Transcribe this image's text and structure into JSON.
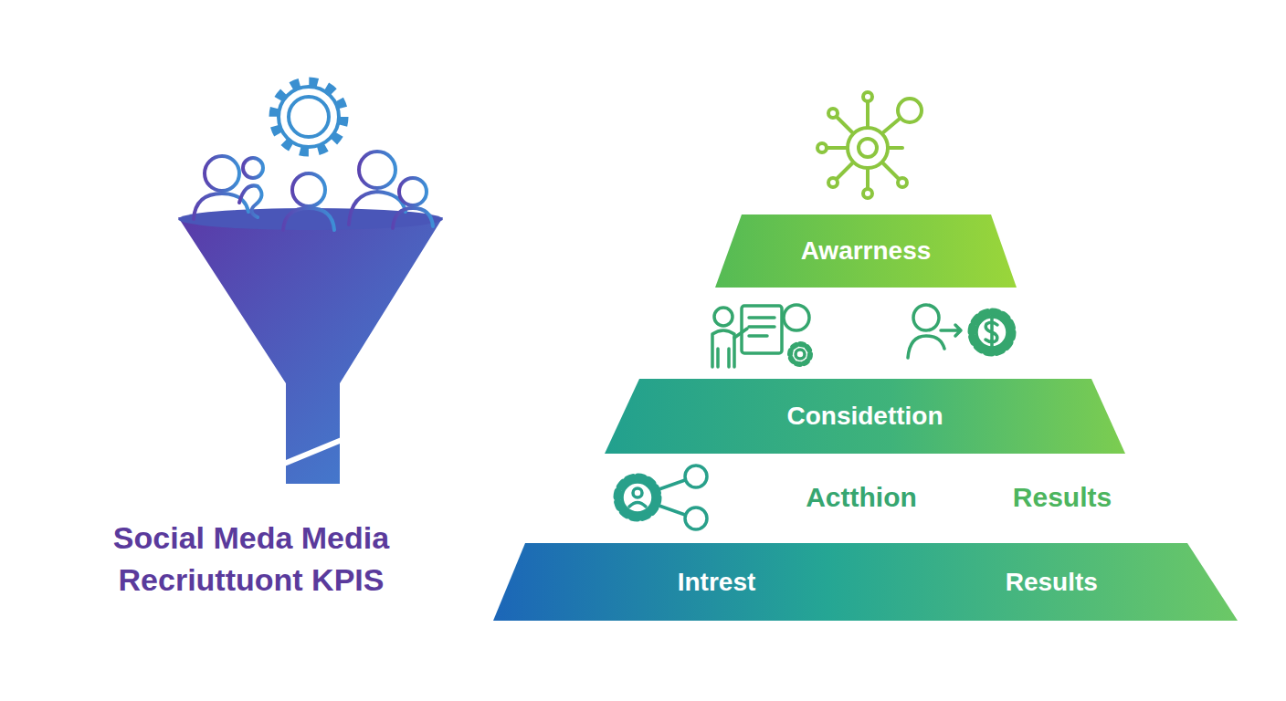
{
  "diagram": {
    "title": "Social Meda Media Recriuttuont KPIS",
    "nodes": [
      {
        "text": [
          "Awarrness"
        ]
      },
      {
        "text": [
          "Considettion"
        ]
      },
      {
        "text": [
          "Intrest",
          "Results"
        ]
      }
    ],
    "labels": [
      "Actthion",
      "Results"
    ]
  }
}
